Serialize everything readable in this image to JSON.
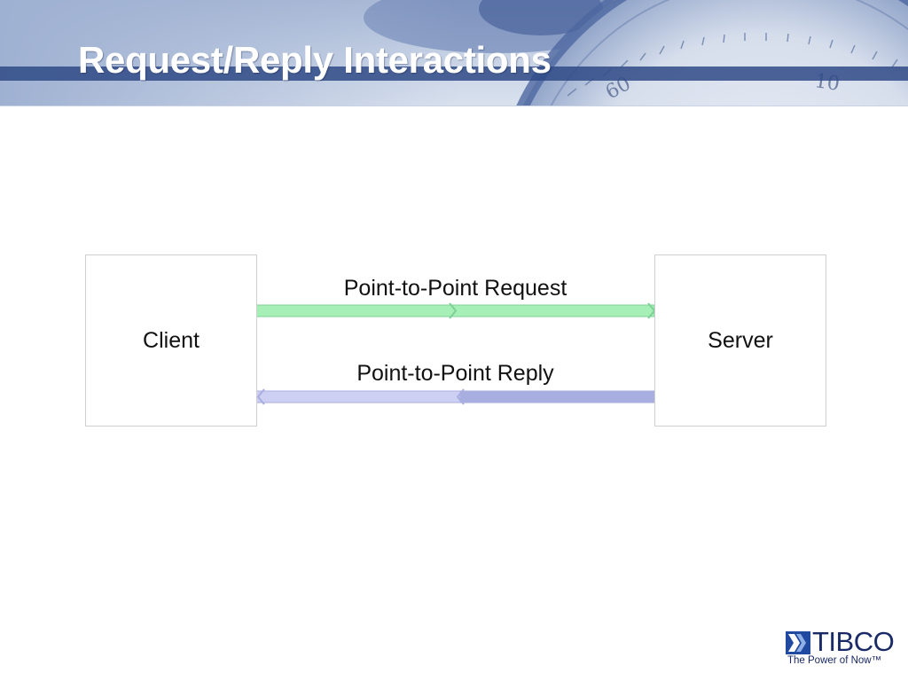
{
  "slide": {
    "title": "Request/Reply Interactions"
  },
  "diagram": {
    "nodes": {
      "client": "Client",
      "server": "Server"
    },
    "edges": {
      "request": {
        "label": "Point-to-Point Request",
        "color": "#a6f0b8",
        "border": "#7fd096"
      },
      "reply": {
        "label": "Point-to-Point Reply",
        "color": "#cdd0f2",
        "border": "#a9aee0"
      }
    }
  },
  "logo": {
    "name": "TIBCO",
    "tagline": "The Power of Now™"
  },
  "colors": {
    "title_bar": "#2f4a86",
    "title_text": "#ffffff",
    "logo_text": "#1a2a66"
  }
}
